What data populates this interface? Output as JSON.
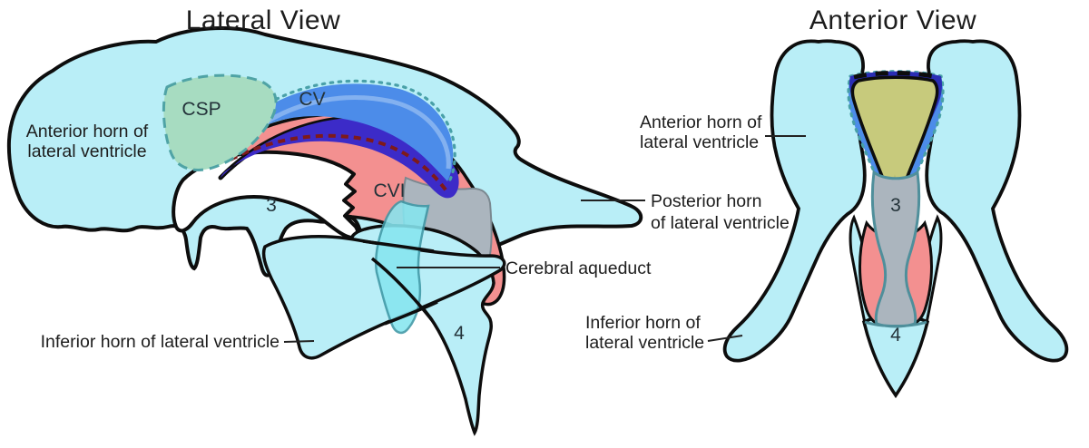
{
  "lateral": {
    "title": "Lateral View",
    "regions": {
      "csp": "CSP",
      "cv": "CV",
      "cvi": "CVI",
      "third_ventricle": "3",
      "fourth_ventricle": "4"
    },
    "annotations": {
      "anterior_horn": {
        "line1": "Anterior horn of",
        "line2": "lateral ventricle"
      },
      "posterior_horn": {
        "line1": "Posterior horn",
        "line2": "of lateral ventricle"
      },
      "cerebral_aqueduct": "Cerebral aqueduct",
      "inferior_horn": "Inferior horn of lateral ventricle"
    }
  },
  "anterior": {
    "title": "Anterior View",
    "regions": {
      "third_ventricle": "3",
      "fourth_ventricle": "4"
    },
    "annotations": {
      "anterior_horn": {
        "line1": "Anterior horn of",
        "line2": "lateral ventricle"
      },
      "inferior_horn": {
        "line1": "Inferior horn of",
        "line2": "lateral ventricle"
      }
    }
  },
  "colors": {
    "ventricle_cyan": "#b9eef7",
    "aqueduct_cyan": "#86e6f0",
    "csp_green": "#a7dcc1",
    "cv_blue": "#4c8ce9",
    "cv_highlight": "#8ab5f1",
    "vermis_indigo": "#3c2bc8",
    "cvi_red": "#f39090",
    "cvi_dashed_border": "#7e1a1a",
    "tissue_gray": "#abb5be",
    "olive": "#c7ca7c",
    "deep_navy": "#2a2db4",
    "teal_border": "#49a0a8",
    "outline_black": "#0d0d0d",
    "white_gap": "#ffffff"
  }
}
